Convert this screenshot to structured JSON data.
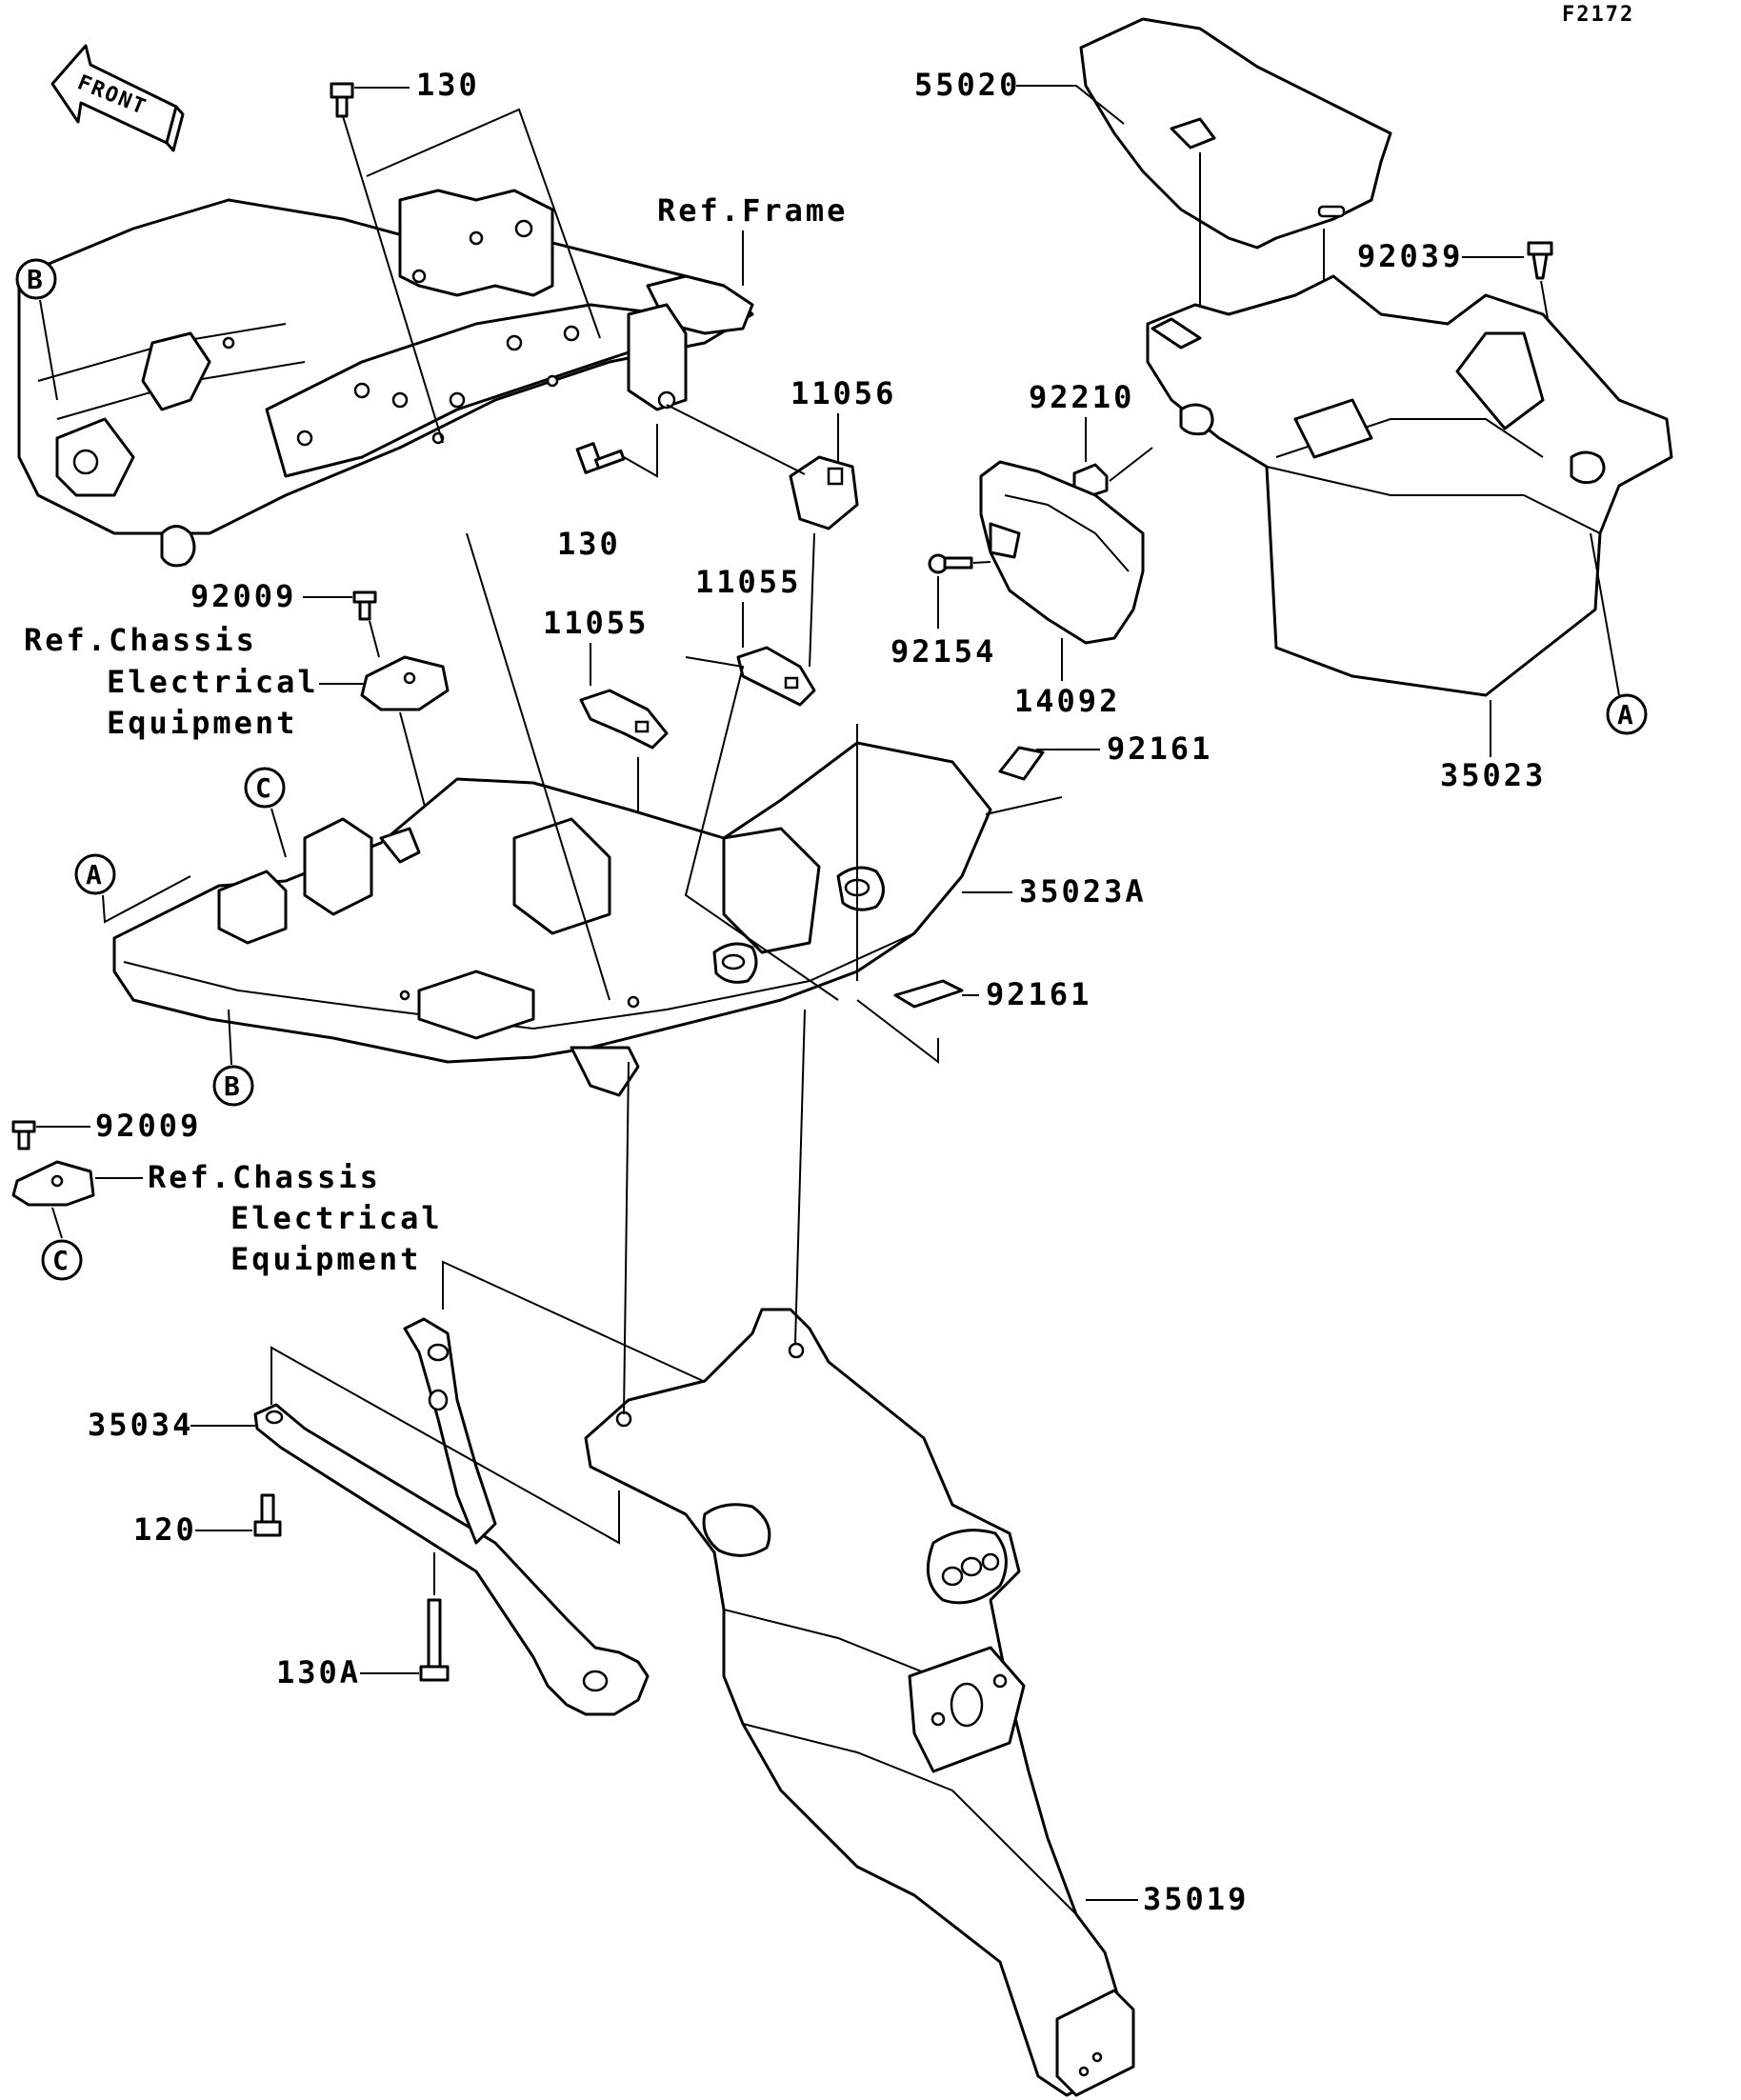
{
  "header": {
    "figure_code": "F2172"
  },
  "front_arrow": {
    "label": "FRONT"
  },
  "labels": {
    "p130_top": "130",
    "p130_mid": "130",
    "p130a": "130A",
    "p120": "120",
    "p55020": "55020",
    "p92039": "92039",
    "p92210": "92210",
    "p11056": "11056",
    "p11055_a": "11055",
    "p11055_b": "11055",
    "p92154": "92154",
    "p14092": "14092",
    "p92161_a": "92161",
    "p92161_b": "92161",
    "p35023": "35023",
    "p35023a": "35023A",
    "p92009_a": "92009",
    "p92009_b": "92009",
    "p35034": "35034",
    "p35019": "35019"
  },
  "references": {
    "frame": "Ref.Frame",
    "chassis_1_line1": "Ref.Chassis",
    "chassis_1_line2": "Electrical",
    "chassis_1_line3": "Equipment",
    "chassis_2_line1": "Ref.Chassis",
    "chassis_2_line2": "Electrical",
    "chassis_2_line3": "Equipment"
  },
  "callouts": {
    "b_top": "B",
    "b_bottom": "B",
    "a_left": "A",
    "a_right": "A",
    "c_top": "C",
    "c_bottom": "C"
  }
}
